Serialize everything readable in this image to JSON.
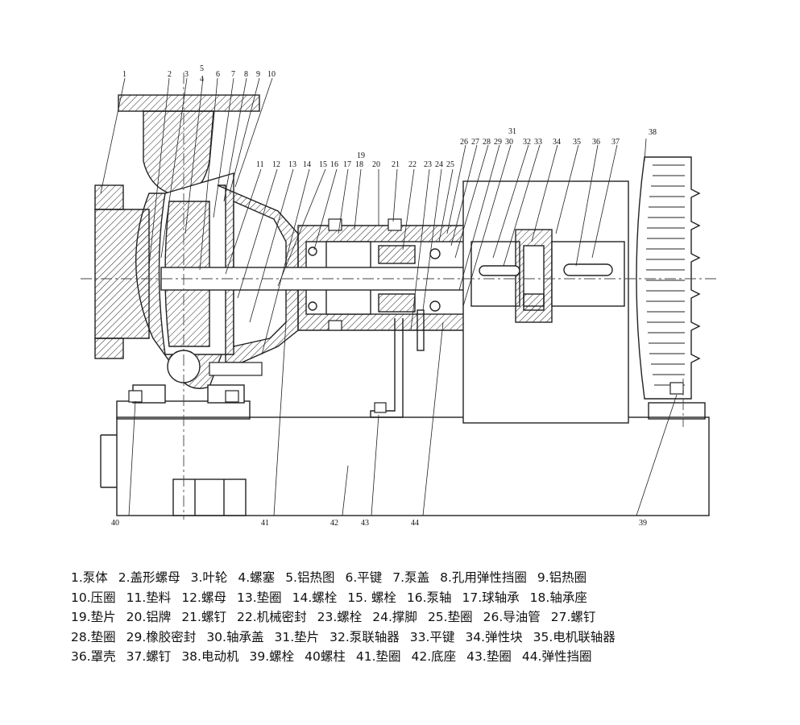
{
  "diagram": {
    "callouts": [
      "1",
      "2",
      "3",
      "4",
      "5",
      "6",
      "7",
      "8",
      "9",
      "10",
      "11",
      "12",
      "13",
      "14",
      "15",
      "16",
      "17",
      "18",
      "19",
      "20",
      "21",
      "22",
      "23",
      "24",
      "25",
      "26",
      "27",
      "28",
      "29",
      "30",
      "31",
      "32",
      "33",
      "34",
      "35",
      "36",
      "37",
      "38",
      "39",
      "40",
      "41",
      "42",
      "43",
      "44"
    ]
  },
  "legend": {
    "rows": [
      [
        "1.泵体",
        "2.盖形螺母",
        "3.叶轮",
        "4.螺塞",
        "5.铝热图",
        "6.平键",
        "7.泵盖",
        "8.孔用弹性挡圈",
        "9.铝热圈"
      ],
      [
        "10.压圈",
        "11.垫料",
        "12.螺母",
        "13.垫圈",
        "14.螺栓",
        "15. 螺栓",
        "16.泵轴",
        "17.球轴承",
        "18.轴承座"
      ],
      [
        "19.垫片",
        "20.铝牌",
        "21.螺钉",
        "22.机械密封",
        "23.螺栓",
        "24.撑脚",
        "25.垫圈",
        "26.导油管",
        "27.螺钉"
      ],
      [
        "28.垫圈",
        "29.橡胶密封",
        "30.轴承盖",
        "31.垫片",
        "32.泵联轴器",
        "33.平键",
        "34.弹性块",
        "35.电机联轴器"
      ],
      [
        "36.罩壳",
        "37.螺钉",
        "38.电动机",
        "39.螺栓",
        "40螺柱",
        "41.垫圈",
        "42.底座",
        "43.垫圈",
        "44.弹性挡圈"
      ]
    ]
  }
}
